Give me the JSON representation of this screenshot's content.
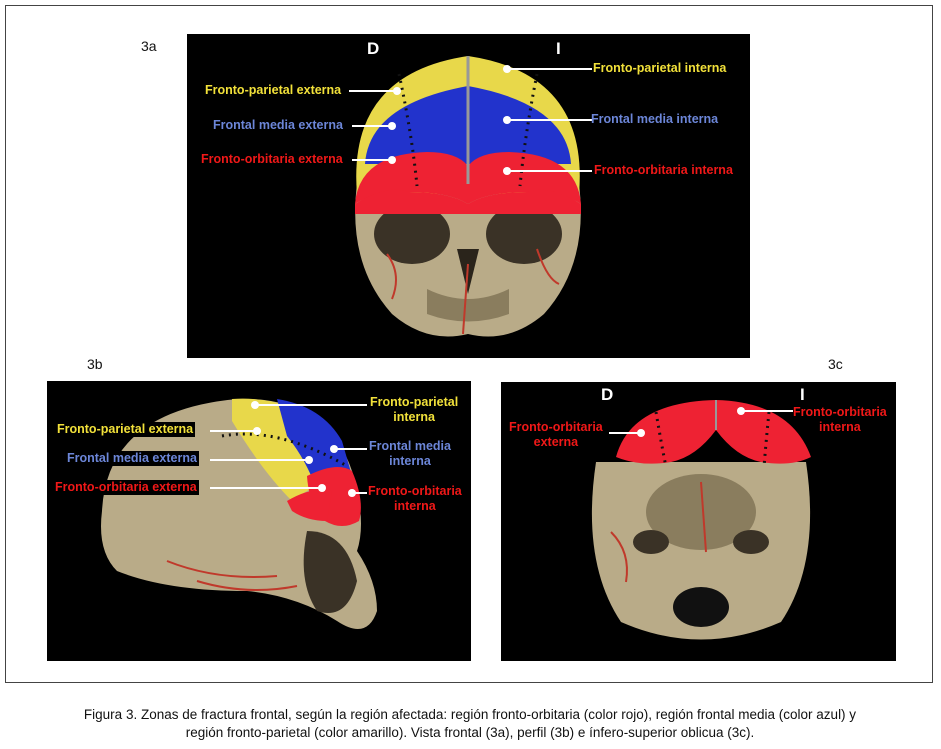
{
  "colors": {
    "yellow": "#e8d84a",
    "blue": "#2233cc",
    "red": "#ee2233",
    "label_yellow": "#f2e13a",
    "label_blue": "#6c86d8",
    "label_red": "#f01818"
  },
  "panels": {
    "a": {
      "tag": "3a",
      "side_right": "D",
      "side_left": "I",
      "labels": {
        "fp_ext": "Fronto-parietal externa",
        "fm_ext": "Frontal media externa",
        "fo_ext": "Fronto-orbitaria externa",
        "fp_int": "Fronto-parietal interna",
        "fm_int": "Frontal media interna",
        "fo_int": "Fronto-orbitaria interna"
      }
    },
    "b": {
      "tag": "3b",
      "labels": {
        "fp_ext": "Fronto-parietal externa",
        "fm_ext": "Frontal media externa",
        "fo_ext": "Fronto-orbitaria externa",
        "fp_int_1": "Fronto-parietal",
        "fp_int_2": "interna",
        "fm_int_1": "Frontal media",
        "fm_int_2": "interna",
        "fo_int_1": "Fronto-orbitaria",
        "fo_int_2": "interna"
      }
    },
    "c": {
      "tag": "3c",
      "side_right": "D",
      "side_left": "I",
      "labels": {
        "fo_ext_1": "Fronto-orbitaria",
        "fo_ext_2": "externa",
        "fo_int_1": "Fronto-orbitaria",
        "fo_int_2": "interna"
      }
    }
  },
  "caption": {
    "line1": "Figura 3. Zonas de fractura frontal, según la región afectada: región fronto-orbitaria (color rojo), región frontal media (color azul) y",
    "line2": "región fronto-parietal (color amarillo). Vista frontal (3a), perfil (3b) e ínfero-superior oblicua (3c)."
  }
}
